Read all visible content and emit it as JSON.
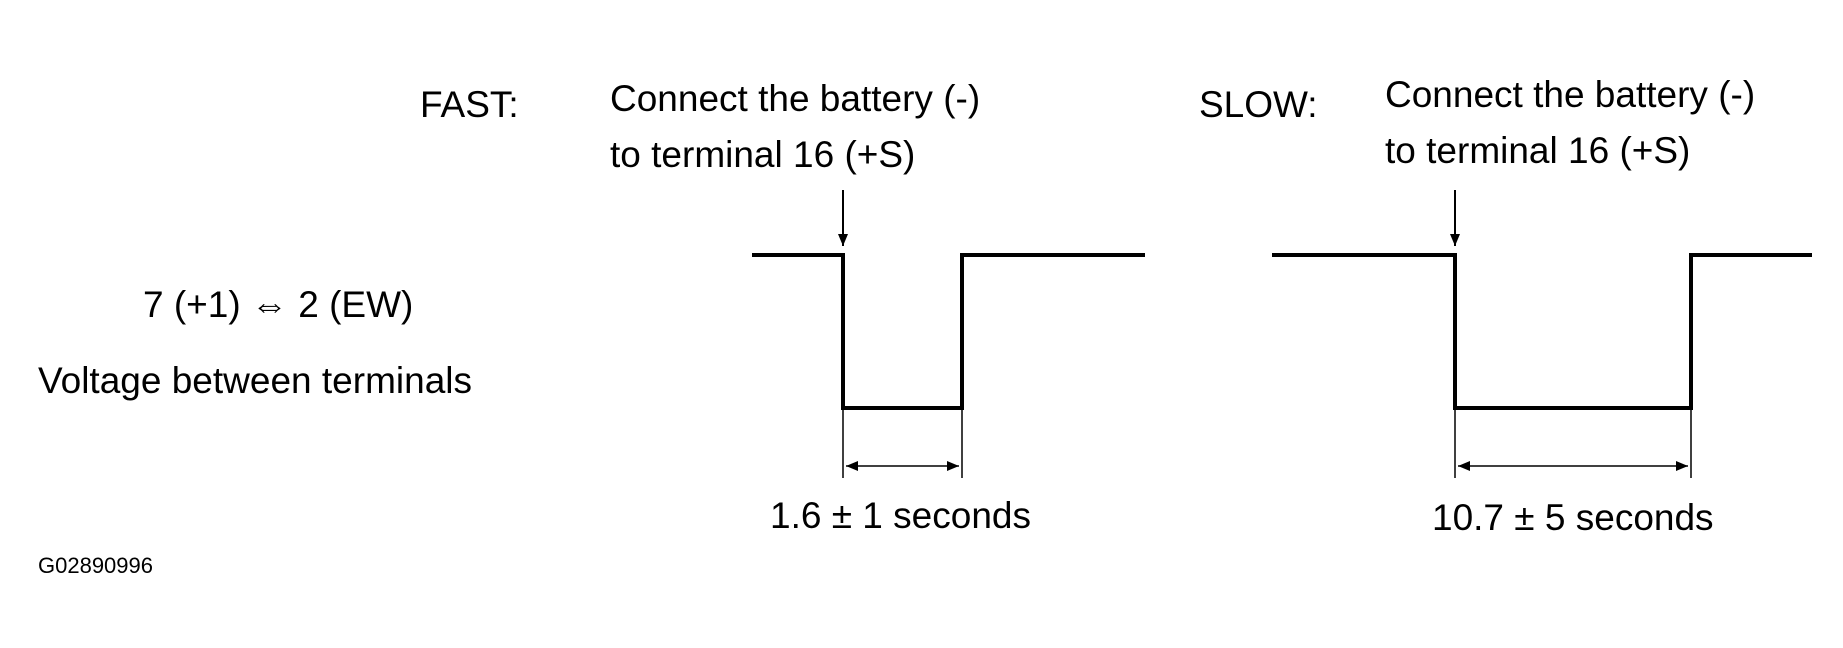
{
  "terminals": {
    "label": "7 (+1) ⇔ 2 (EW)",
    "description": "Voltage between terminals"
  },
  "fast": {
    "mode": "FAST:",
    "instruction_line1": "Connect the battery (-)",
    "instruction_line2": "to terminal 16 (+S)",
    "duration": "1.6 ± 1 seconds"
  },
  "slow": {
    "mode": "SLOW:",
    "instruction_line1": "Connect the battery (-)",
    "instruction_line2": "to terminal 16 (+S)",
    "duration": "10.7 ± 5 seconds"
  },
  "figure_code": "G02890996"
}
